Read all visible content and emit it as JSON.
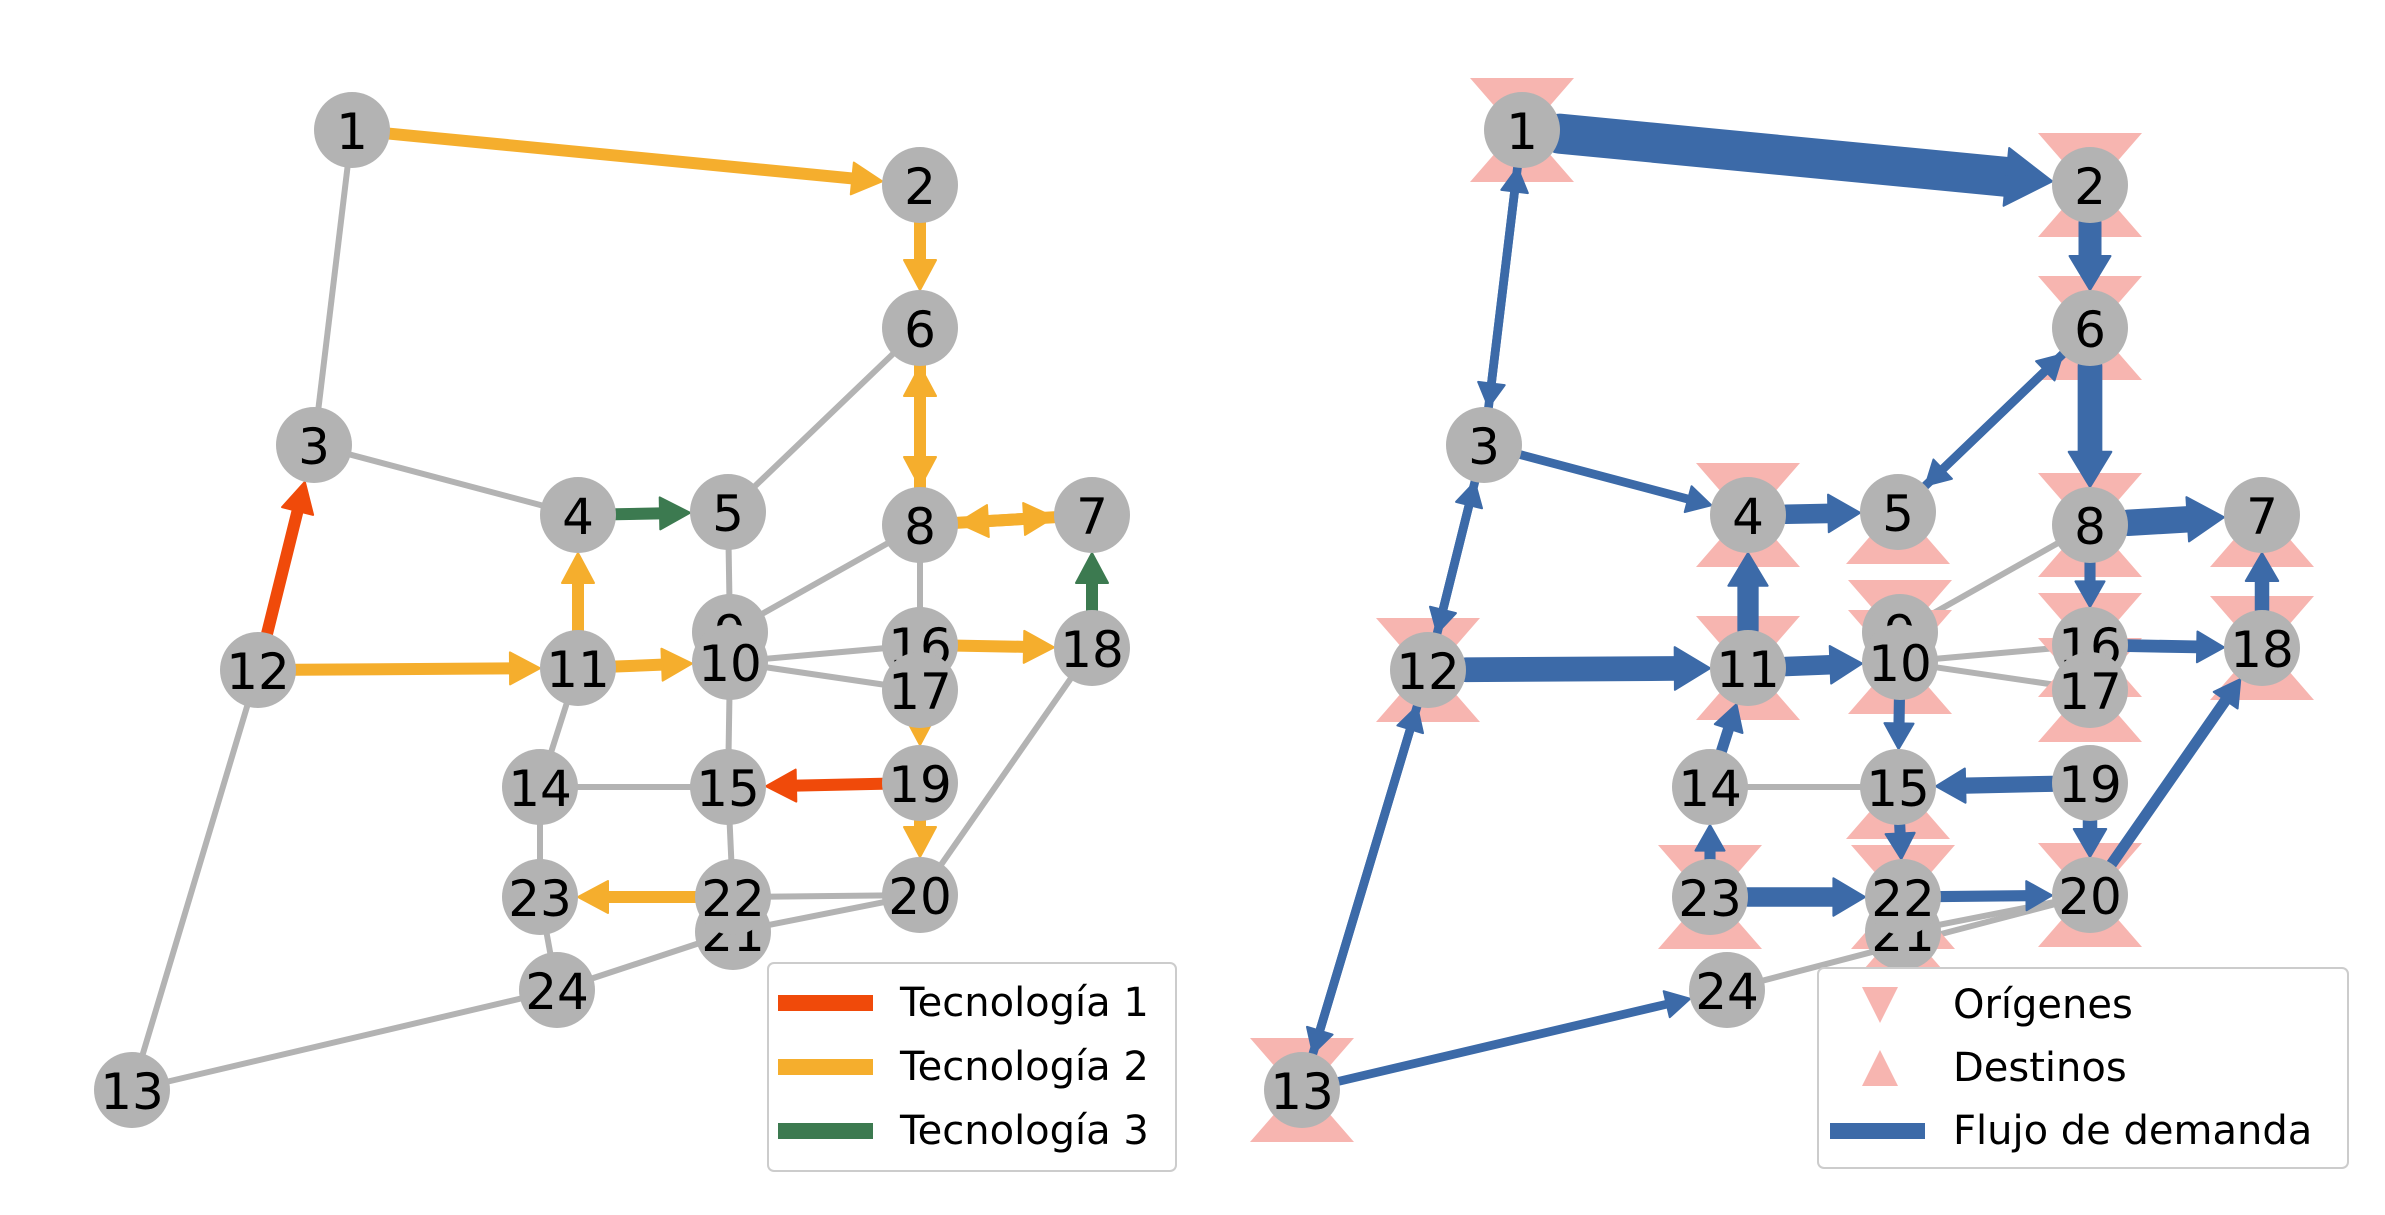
{
  "colors": {
    "node": "#b3b3b3",
    "edge": "#b3b3b3",
    "tech1": "#f04a0a",
    "tech2": "#f5ae2d",
    "tech3": "#3c7a50",
    "flow": "#3c6aa8",
    "od_marker": "#f7b5b0"
  },
  "nodes": [
    "1",
    "2",
    "3",
    "4",
    "5",
    "6",
    "7",
    "8",
    "9",
    "10",
    "11",
    "12",
    "13",
    "14",
    "15",
    "16",
    "17",
    "18",
    "19",
    "20",
    "21",
    "22",
    "23",
    "24"
  ],
  "base_edges": [
    [
      "1",
      "3"
    ],
    [
      "3",
      "4"
    ],
    [
      "5",
      "6"
    ],
    [
      "5",
      "9"
    ],
    [
      "8",
      "9"
    ],
    [
      "9",
      "10"
    ],
    [
      "8",
      "16"
    ],
    [
      "10",
      "16"
    ],
    [
      "10",
      "17"
    ],
    [
      "12",
      "13"
    ],
    [
      "11",
      "14"
    ],
    [
      "14",
      "15"
    ],
    [
      "10",
      "15"
    ],
    [
      "14",
      "23"
    ],
    [
      "15",
      "22"
    ],
    [
      "22",
      "20"
    ],
    [
      "20",
      "18"
    ],
    [
      "13",
      "24"
    ],
    [
      "23",
      "24"
    ],
    [
      "24",
      "21"
    ],
    [
      "21",
      "20"
    ]
  ],
  "tech_edges": [
    {
      "from": "1",
      "to": "2",
      "tech": 2
    },
    {
      "from": "2",
      "to": "6",
      "tech": 2
    },
    {
      "from": "6",
      "to": "8",
      "tech": 2
    },
    {
      "from": "8",
      "to": "6",
      "tech": 2
    },
    {
      "from": "8",
      "to": "7",
      "tech": 2
    },
    {
      "from": "7",
      "to": "8",
      "tech": 2
    },
    {
      "from": "12",
      "to": "11",
      "tech": 2
    },
    {
      "from": "11",
      "to": "4",
      "tech": 2
    },
    {
      "from": "11",
      "to": "10",
      "tech": 2
    },
    {
      "from": "16",
      "to": "18",
      "tech": 2
    },
    {
      "from": "17",
      "to": "19",
      "tech": 2
    },
    {
      "from": "19",
      "to": "20",
      "tech": 2
    },
    {
      "from": "22",
      "to": "23",
      "tech": 2
    },
    {
      "from": "12",
      "to": "3",
      "tech": 1
    },
    {
      "from": "19",
      "to": "15",
      "tech": 1
    },
    {
      "from": "4",
      "to": "5",
      "tech": 3
    },
    {
      "from": "18",
      "to": "7",
      "tech": 3
    }
  ],
  "right_base_edges": [
    [
      "8",
      "9"
    ],
    [
      "10",
      "16"
    ],
    [
      "10",
      "17"
    ],
    [
      "14",
      "15"
    ],
    [
      "15",
      "22"
    ],
    [
      "22",
      "21"
    ],
    [
      "21",
      "20"
    ],
    [
      "24",
      "20"
    ],
    [
      "9",
      "10"
    ]
  ],
  "flows": [
    {
      "from": "1",
      "to": "2",
      "w": 1.0
    },
    {
      "from": "2",
      "to": "6",
      "w": 0.5
    },
    {
      "from": "6",
      "to": "8",
      "w": 0.55
    },
    {
      "from": "8",
      "to": "7",
      "w": 0.6
    },
    {
      "from": "12",
      "to": "11",
      "w": 0.55
    },
    {
      "from": "4",
      "to": "5",
      "w": 0.4
    },
    {
      "from": "11",
      "to": "10",
      "w": 0.4
    },
    {
      "from": "11",
      "to": "4",
      "w": 0.45
    },
    {
      "from": "23",
      "to": "22",
      "w": 0.4
    },
    {
      "from": "19",
      "to": "15",
      "w": 0.3
    },
    {
      "from": "16",
      "to": "18",
      "w": 0.2
    },
    {
      "from": "18",
      "to": "7",
      "w": 0.25
    },
    {
      "from": "20",
      "to": "18",
      "w": 0.15
    },
    {
      "from": "22",
      "to": "20",
      "w": 0.15
    },
    {
      "from": "19",
      "to": "20",
      "w": 0.25
    },
    {
      "from": "8",
      "to": "16",
      "w": 0.15
    },
    {
      "from": "10",
      "to": "15",
      "w": 0.15
    },
    {
      "from": "15",
      "to": "22",
      "w": 0.15
    },
    {
      "from": "14",
      "to": "11",
      "w": 0.15
    },
    {
      "from": "23",
      "to": "14",
      "w": 0.15
    },
    {
      "from": "1",
      "to": "3",
      "w": 0.08
    },
    {
      "from": "3",
      "to": "1",
      "w": 0.08
    },
    {
      "from": "3",
      "to": "4",
      "w": 0.08
    },
    {
      "from": "6",
      "to": "5",
      "w": 0.08
    },
    {
      "from": "5",
      "to": "6",
      "w": 0.08
    },
    {
      "from": "12",
      "to": "3",
      "w": 0.08
    },
    {
      "from": "3",
      "to": "12",
      "w": 0.08
    },
    {
      "from": "13",
      "to": "12",
      "w": 0.08
    },
    {
      "from": "12",
      "to": "13",
      "w": 0.08
    },
    {
      "from": "13",
      "to": "24",
      "w": 0.08
    }
  ],
  "origins": [
    "1",
    "2",
    "6",
    "4",
    "8",
    "11",
    "10",
    "12",
    "13",
    "16",
    "22",
    "20",
    "23",
    "18",
    "9",
    "17"
  ],
  "destinations": [
    "1",
    "2",
    "6",
    "4",
    "5",
    "7",
    "8",
    "11",
    "10",
    "12",
    "13",
    "16",
    "17",
    "18",
    "15",
    "22",
    "21",
    "23",
    "20"
  ],
  "legend_left": [
    {
      "label": "Tecnología 1",
      "color_key": "tech1"
    },
    {
      "label": "Tecnología 2",
      "color_key": "tech2"
    },
    {
      "label": "Tecnología 3",
      "color_key": "tech3"
    }
  ],
  "legend_right": [
    {
      "label": "Orígenes",
      "kind": "origin"
    },
    {
      "label": "Destinos",
      "kind": "dest"
    },
    {
      "label": "Flujo de demanda",
      "kind": "flow"
    }
  ]
}
